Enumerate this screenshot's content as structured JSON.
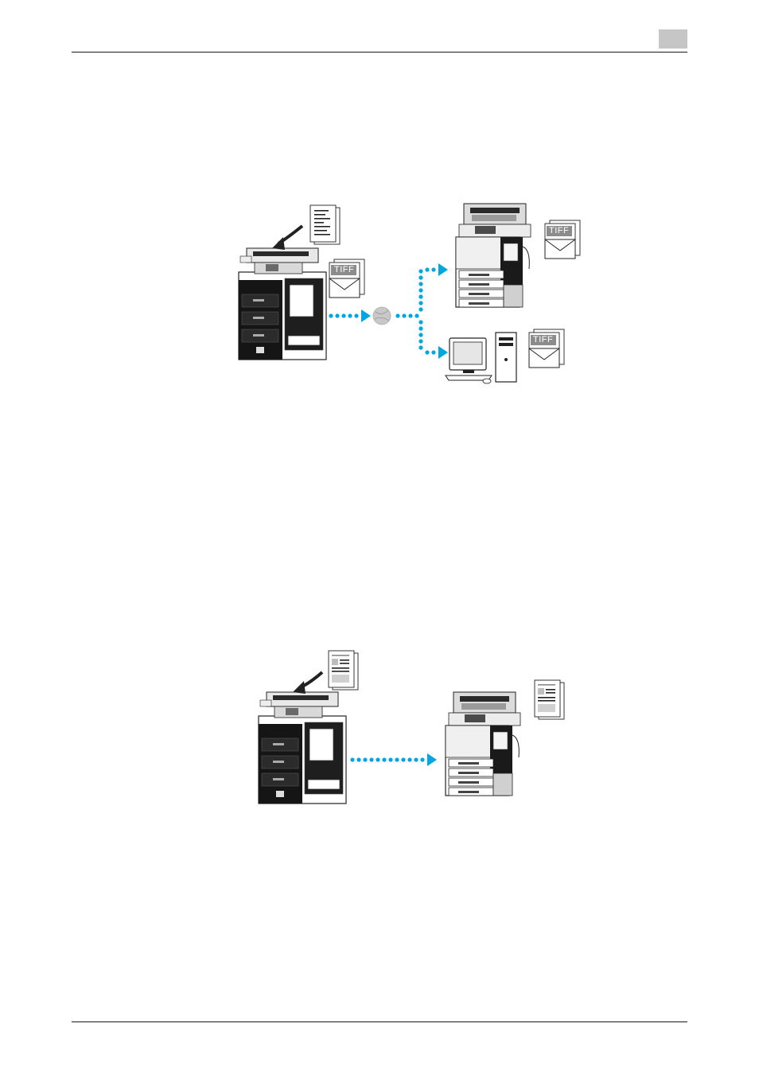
{
  "figure_top": {
    "badges": [
      "TIFF",
      "TIFF",
      "TIFF"
    ]
  },
  "colors": {
    "arrow": "#00a6e2",
    "badge": "#8c8c8c",
    "tab": "#c6c6c6"
  }
}
